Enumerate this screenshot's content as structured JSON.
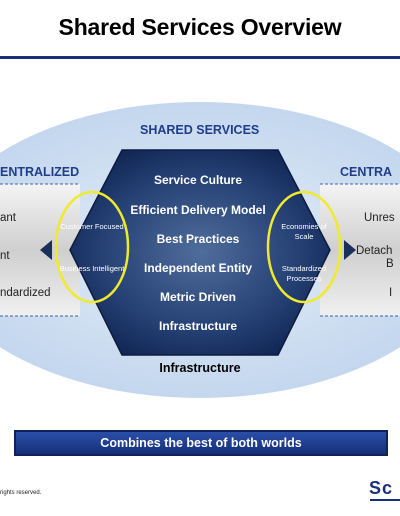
{
  "title": "Shared Services Overview",
  "center": {
    "heading": "SHARED SERVICES",
    "items": [
      "Service Culture",
      "Efficient Delivery Model",
      "Best Practices",
      "Independent Entity",
      "Metric Driven",
      "Infrastructure"
    ],
    "bottom_label": "Infrastructure"
  },
  "left": {
    "heading": "ENTRALIZED",
    "texts": [
      "ant",
      "nt",
      "ndardized"
    ],
    "circle_items": [
      "Customer Focused",
      "Business Intelligent"
    ]
  },
  "right": {
    "heading": "CENTRA",
    "texts": [
      "Unres",
      "Detach",
      "B",
      "I"
    ],
    "circle_items": [
      "Economies of Scale",
      "Standardized Processes"
    ]
  },
  "banner": "Combines the best of both worlds",
  "footer": {
    "copyright": "rights reserved.",
    "logo": "Sc"
  },
  "colors": {
    "title_rule": "#1a2f7a",
    "heading": "#1f3d8a",
    "hexagon_dark": "#0e2350",
    "hexagon_light": "#4f6d9c",
    "ellipse": "#c5d8ef",
    "circle_outline": "#f0ea2c",
    "banner": "#1f3d8a"
  }
}
